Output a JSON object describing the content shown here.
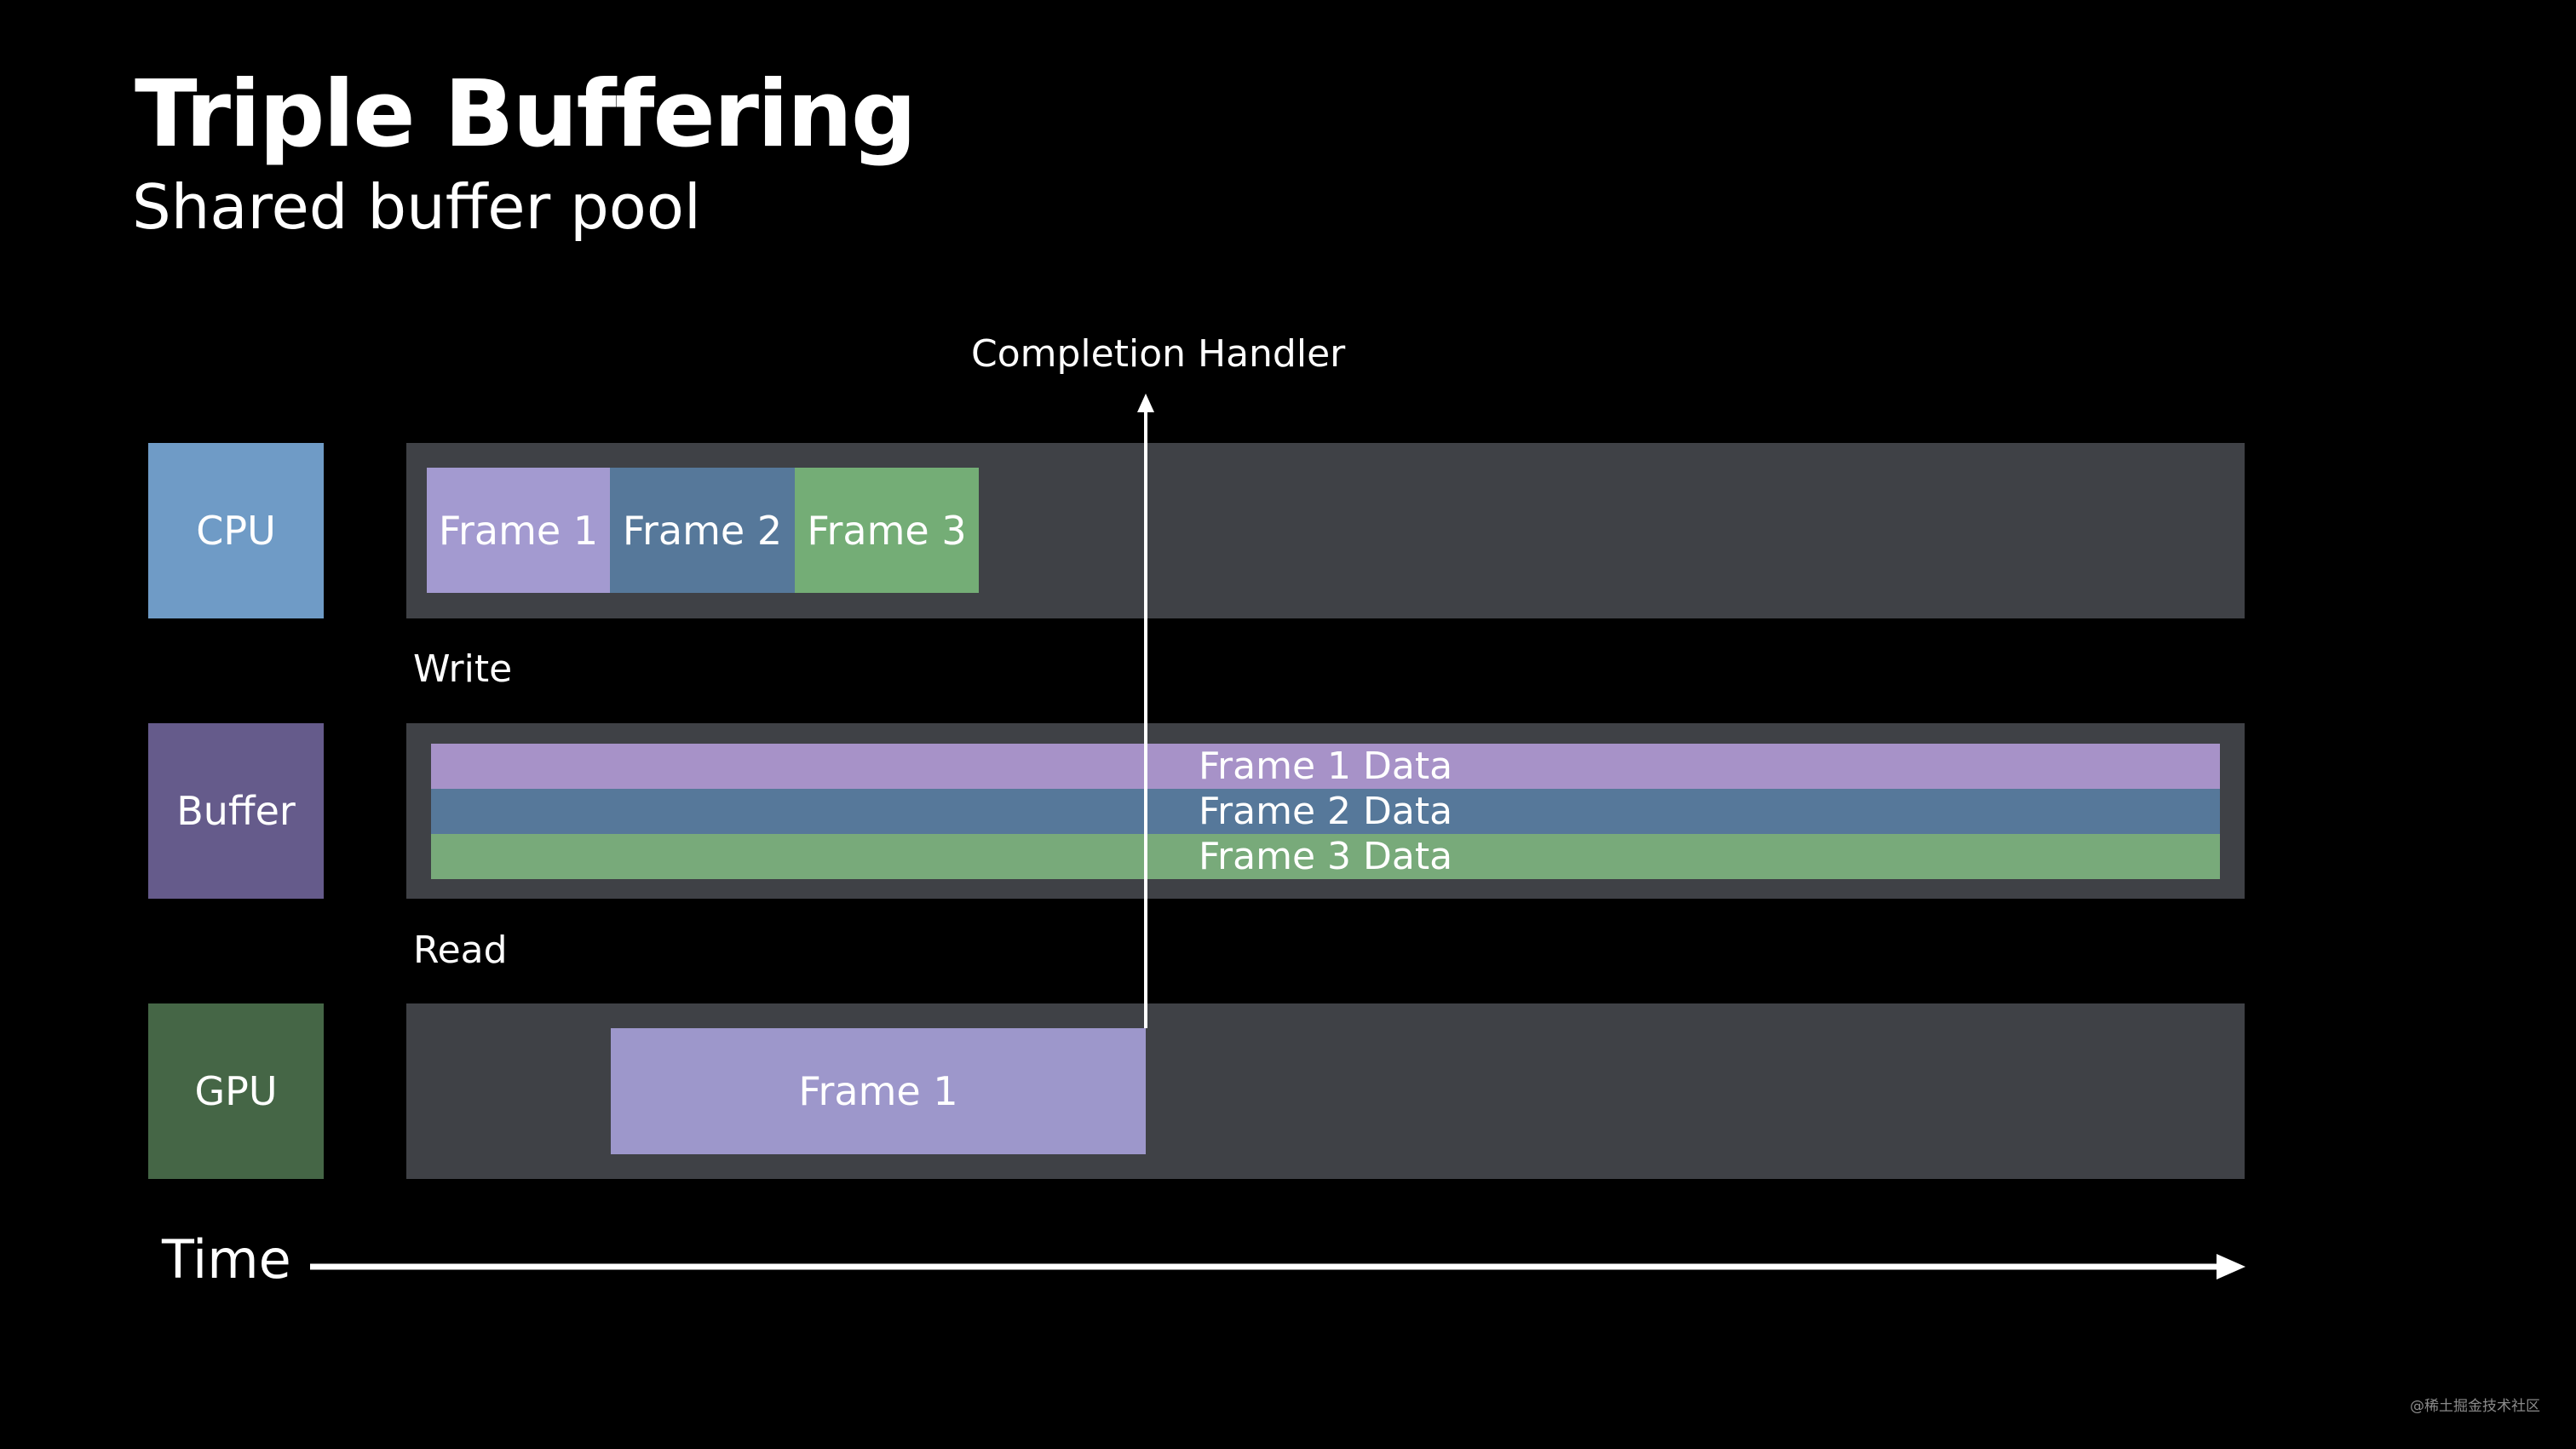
{
  "header": {
    "title": "Triple Buffering",
    "subtitle": "Shared buffer pool"
  },
  "rows": {
    "cpu": {
      "label": "CPU",
      "color": "#6f9bc6"
    },
    "buffer": {
      "label": "Buffer",
      "color": "#655b8b"
    },
    "gpu": {
      "label": "GPU",
      "color": "#456646"
    }
  },
  "cpu_frames": [
    {
      "label": "Frame 1",
      "color": "#a39ad0"
    },
    {
      "label": "Frame 2",
      "color": "#56789a"
    },
    {
      "label": "Frame 3",
      "color": "#74ad76"
    }
  ],
  "buffer_data": [
    {
      "label": "Frame 1 Data",
      "color": "#a792c8"
    },
    {
      "label": "Frame 2 Data",
      "color": "#56789a"
    },
    {
      "label": "Frame 3 Data",
      "color": "#78aa7a"
    }
  ],
  "gpu_frames": [
    {
      "label": "Frame 1",
      "color": "#9d97cb"
    }
  ],
  "labels": {
    "write": "Write",
    "read": "Read",
    "completion_handler": "Completion Handler",
    "time": "Time"
  },
  "watermark": "@稀土掘金技术社区",
  "colors": {
    "background": "#000000",
    "lane": "#3f4146",
    "arrow": "#ffffff"
  }
}
